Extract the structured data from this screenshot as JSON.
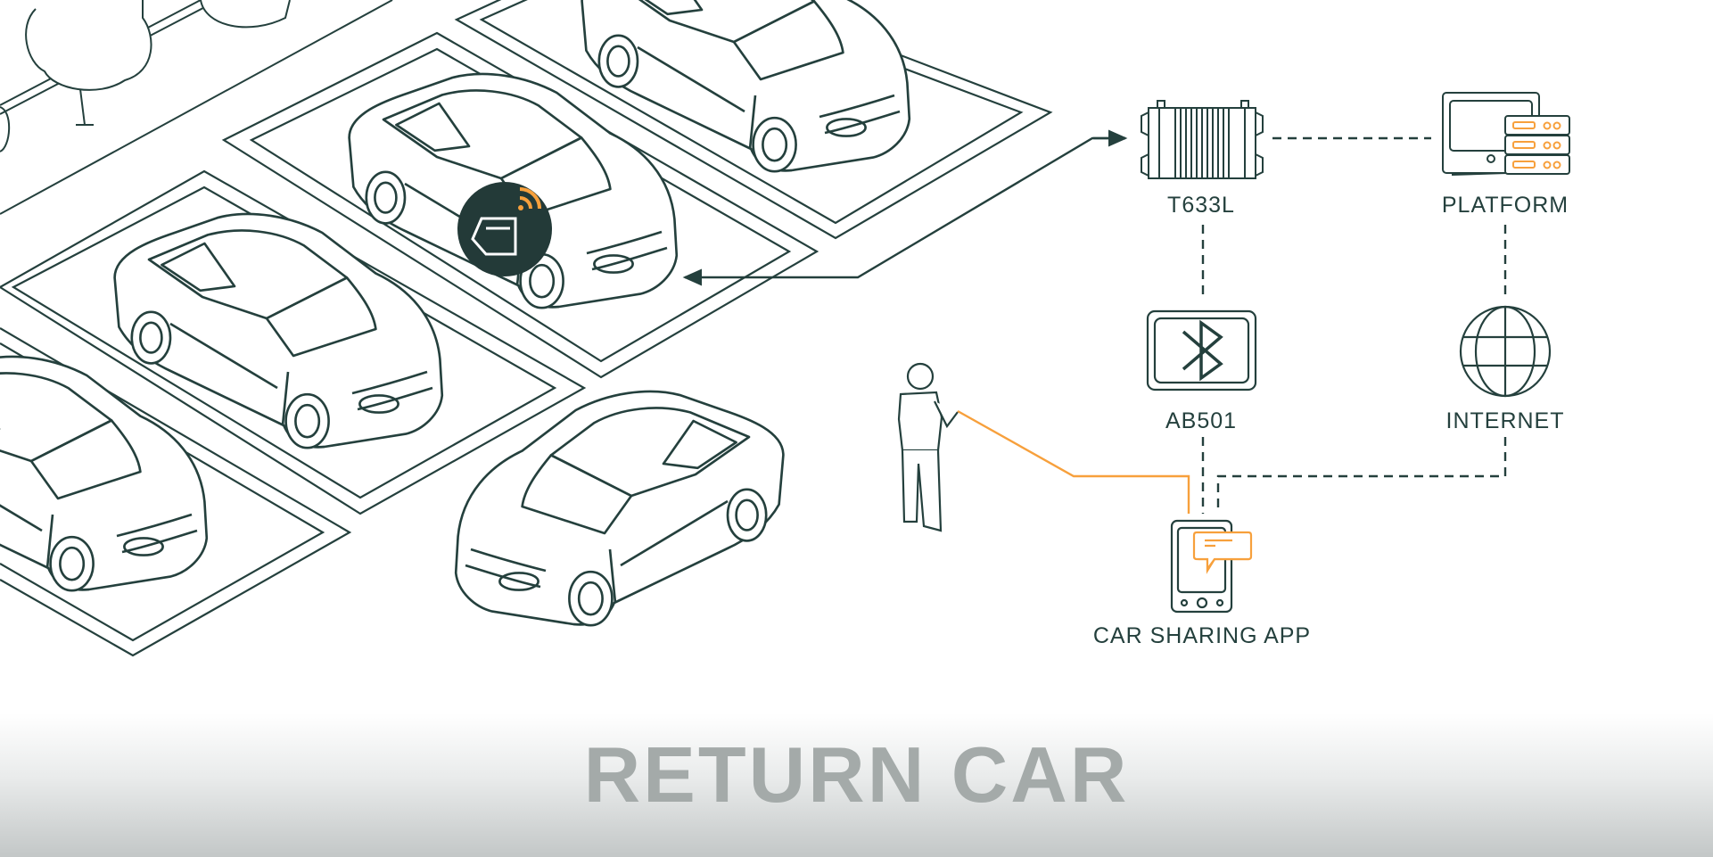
{
  "title": "RETURN CAR",
  "nodes": {
    "tracker": "T633L",
    "platform": "PLATFORM",
    "bluetooth": "AB501",
    "internet": "INTERNET",
    "app": "CAR SHARING APP"
  },
  "colors": {
    "line": "#24403d",
    "accent": "#f7a03c",
    "title": "#a4aaa9",
    "badge": "#233a38"
  }
}
